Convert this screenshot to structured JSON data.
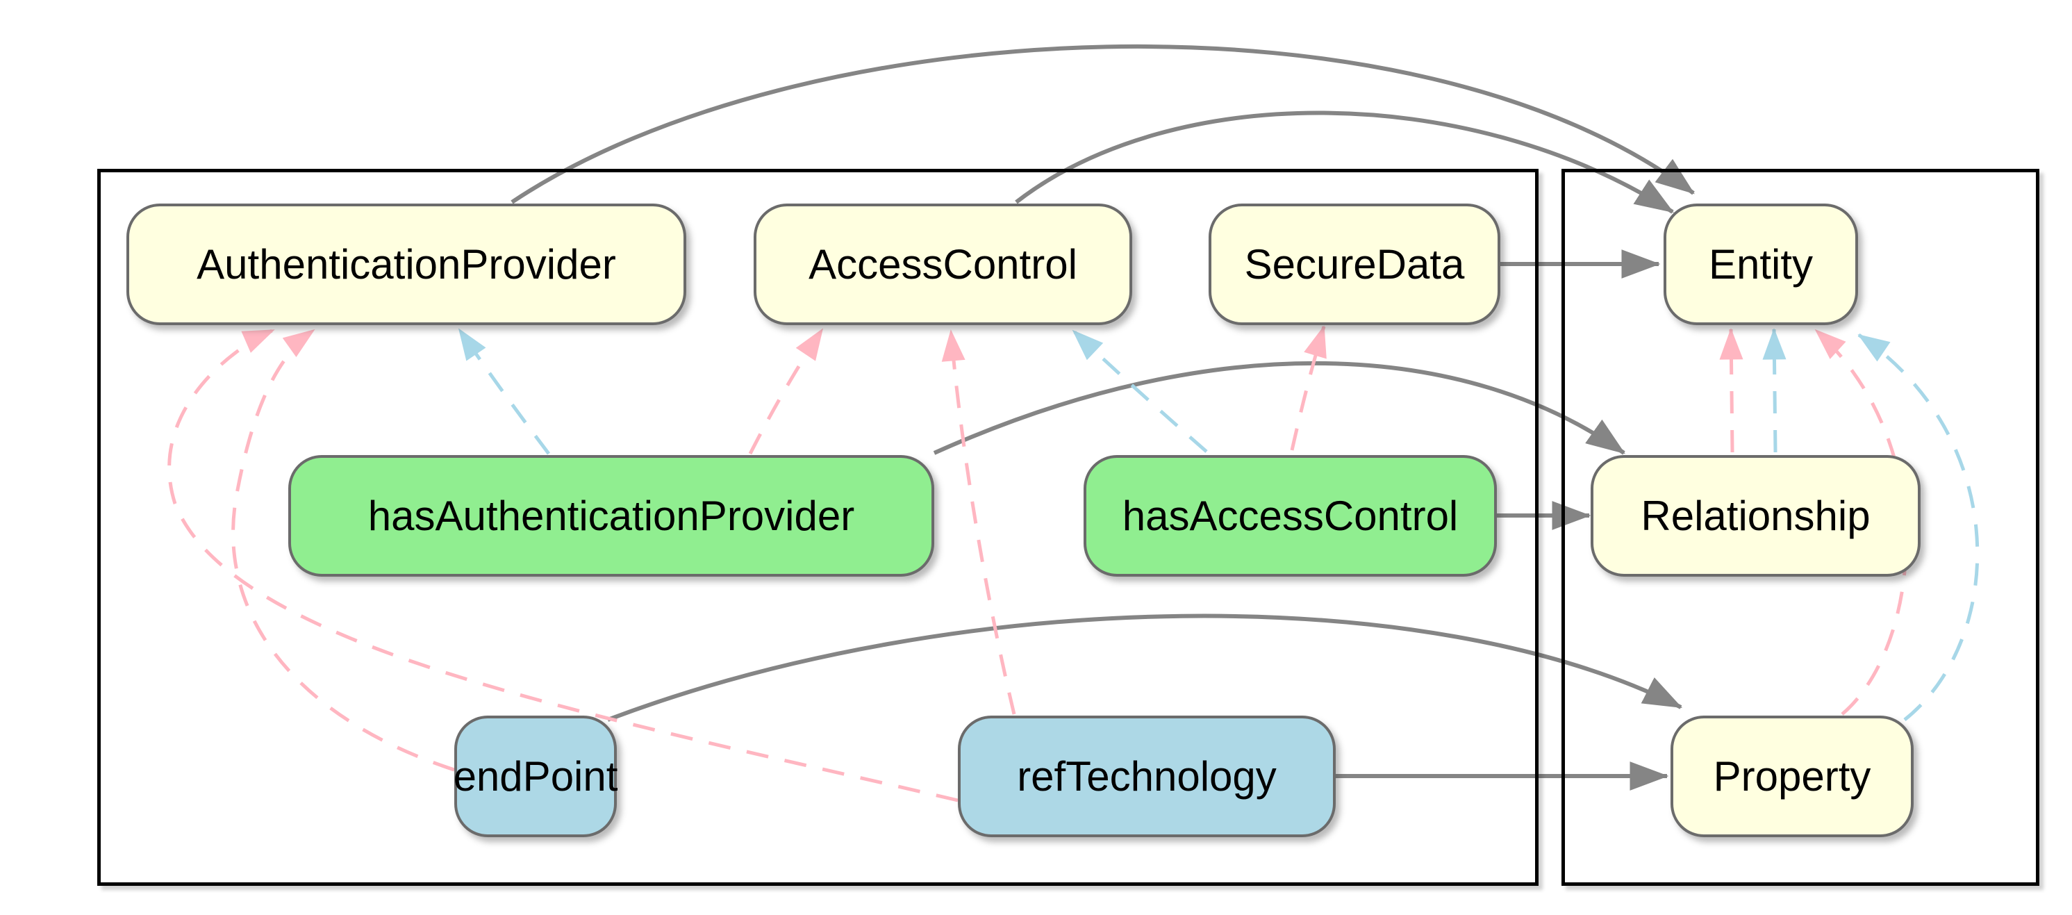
{
  "diagram": {
    "clusters": [
      {
        "id": "ontology",
        "nodes": [
          "AuthenticationProvider",
          "AccessControl",
          "SecureData",
          "hasAuthenticationProvider",
          "hasAccessControl",
          "endPoint",
          "refTechnology"
        ]
      },
      {
        "id": "metamodel",
        "nodes": [
          "Entity",
          "Relationship",
          "Property"
        ]
      }
    ],
    "nodes": {
      "authenticationProvider": {
        "label": "AuthenticationProvider",
        "kind": "class"
      },
      "accessControl": {
        "label": "AccessControl",
        "kind": "class"
      },
      "secureData": {
        "label": "SecureData",
        "kind": "class"
      },
      "entity": {
        "label": "Entity",
        "kind": "class"
      },
      "hasAuthenticationProvider": {
        "label": "hasAuthenticationProvider",
        "kind": "object-property"
      },
      "hasAccessControl": {
        "label": "hasAccessControl",
        "kind": "object-property"
      },
      "relationship": {
        "label": "Relationship",
        "kind": "class"
      },
      "endPoint": {
        "label": "endPoint",
        "kind": "datatype-property"
      },
      "refTechnology": {
        "label": "refTechnology",
        "kind": "datatype-property"
      },
      "property": {
        "label": "Property",
        "kind": "class"
      }
    },
    "edges": [
      {
        "id": "g1",
        "from": "AuthenticationProvider",
        "to": "Entity",
        "style": "solid",
        "color": "gray"
      },
      {
        "id": "g2",
        "from": "AccessControl",
        "to": "Entity",
        "style": "solid",
        "color": "gray"
      },
      {
        "id": "g3",
        "from": "SecureData",
        "to": "Entity",
        "style": "solid",
        "color": "gray"
      },
      {
        "id": "g4",
        "from": "hasAuthenticationProvider",
        "to": "Relationship",
        "style": "solid",
        "color": "gray"
      },
      {
        "id": "g5",
        "from": "hasAccessControl",
        "to": "Relationship",
        "style": "solid",
        "color": "gray"
      },
      {
        "id": "g6",
        "from": "endPoint",
        "to": "Property",
        "style": "solid",
        "color": "gray"
      },
      {
        "id": "g7",
        "from": "refTechnology",
        "to": "Property",
        "style": "solid",
        "color": "gray"
      },
      {
        "id": "p1",
        "from": "hasAuthenticationProvider",
        "to": "AccessControl",
        "style": "dashed",
        "color": "pink"
      },
      {
        "id": "p2",
        "from": "hasAccessControl",
        "to": "SecureData",
        "style": "dashed",
        "color": "pink"
      },
      {
        "id": "p3",
        "from": "refTechnology",
        "to": "AccessControl",
        "style": "dashed",
        "color": "pink"
      },
      {
        "id": "p4",
        "from": "endPoint",
        "to": "AuthenticationProvider",
        "style": "dashed",
        "color": "pink"
      },
      {
        "id": "p5",
        "from": "refTechnology",
        "to": "AuthenticationProvider",
        "style": "dashed",
        "color": "pink"
      },
      {
        "id": "p6",
        "from": "Relationship",
        "to": "Entity",
        "style": "dashed",
        "color": "pink"
      },
      {
        "id": "p7",
        "from": "Property",
        "to": "Entity",
        "style": "dashed",
        "color": "pink"
      },
      {
        "id": "b1",
        "from": "hasAuthenticationProvider",
        "to": "AuthenticationProvider",
        "style": "dashed",
        "color": "blue"
      },
      {
        "id": "b2",
        "from": "hasAccessControl",
        "to": "AccessControl",
        "style": "dashed",
        "color": "blue"
      },
      {
        "id": "b3",
        "from": "Relationship",
        "to": "Entity",
        "style": "dashed",
        "color": "blue"
      },
      {
        "id": "b4",
        "from": "Property",
        "to": "Entity",
        "style": "dashed",
        "color": "blue"
      }
    ],
    "palette": {
      "class_fill": "#FFFFE0",
      "object_property_fill": "#90EE90",
      "datatype_property_fill": "#ADD8E6",
      "node_border": "#6B6B6B",
      "cluster_border": "#000000",
      "background": "#FFFFFF",
      "solid_edge": "#858585",
      "pink_dashed_edge": "#FFB6C1",
      "blue_dashed_edge": "#A7D7E8",
      "label_color": "#000000"
    }
  }
}
